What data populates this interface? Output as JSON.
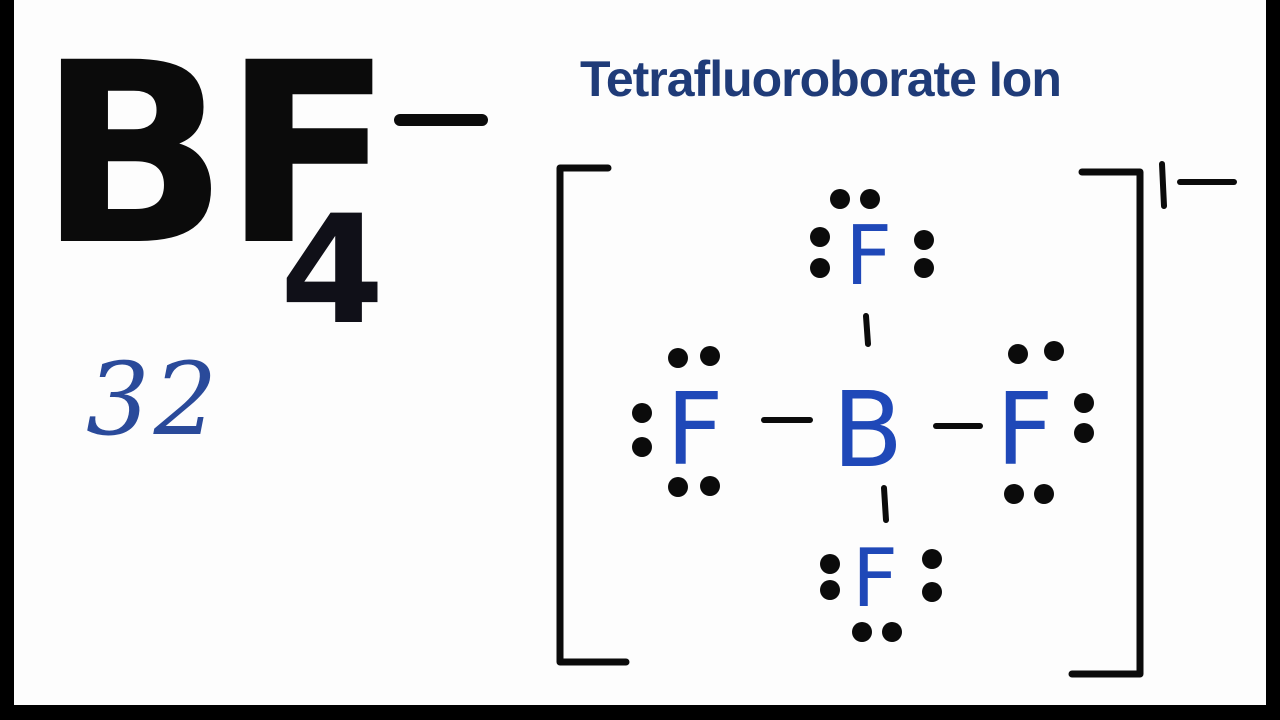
{
  "formula": {
    "main": "BF",
    "subscript": "4",
    "charge": "−"
  },
  "title": "Tetrafluoroborate Ion",
  "valence_count": "32",
  "structure": {
    "central_atom": "B",
    "top_atom": "F",
    "left_atom": "F",
    "right_atom": "F",
    "bottom_atom": "F",
    "ion_charge": "1−"
  },
  "colors": {
    "formula": "#0b0b0b",
    "title": "#1f3b78",
    "atoms": "#1f48b8",
    "handwriting": "#2a4a9a",
    "background": "#fdfdfd"
  }
}
